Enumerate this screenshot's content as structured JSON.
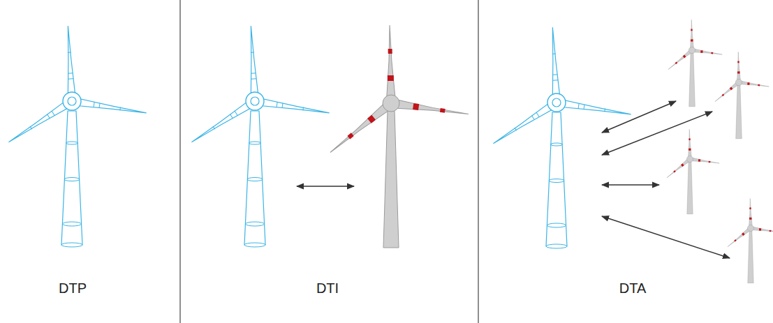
{
  "diagram": {
    "labels": [
      "DTP",
      "DTI",
      "DTA"
    ]
  }
}
